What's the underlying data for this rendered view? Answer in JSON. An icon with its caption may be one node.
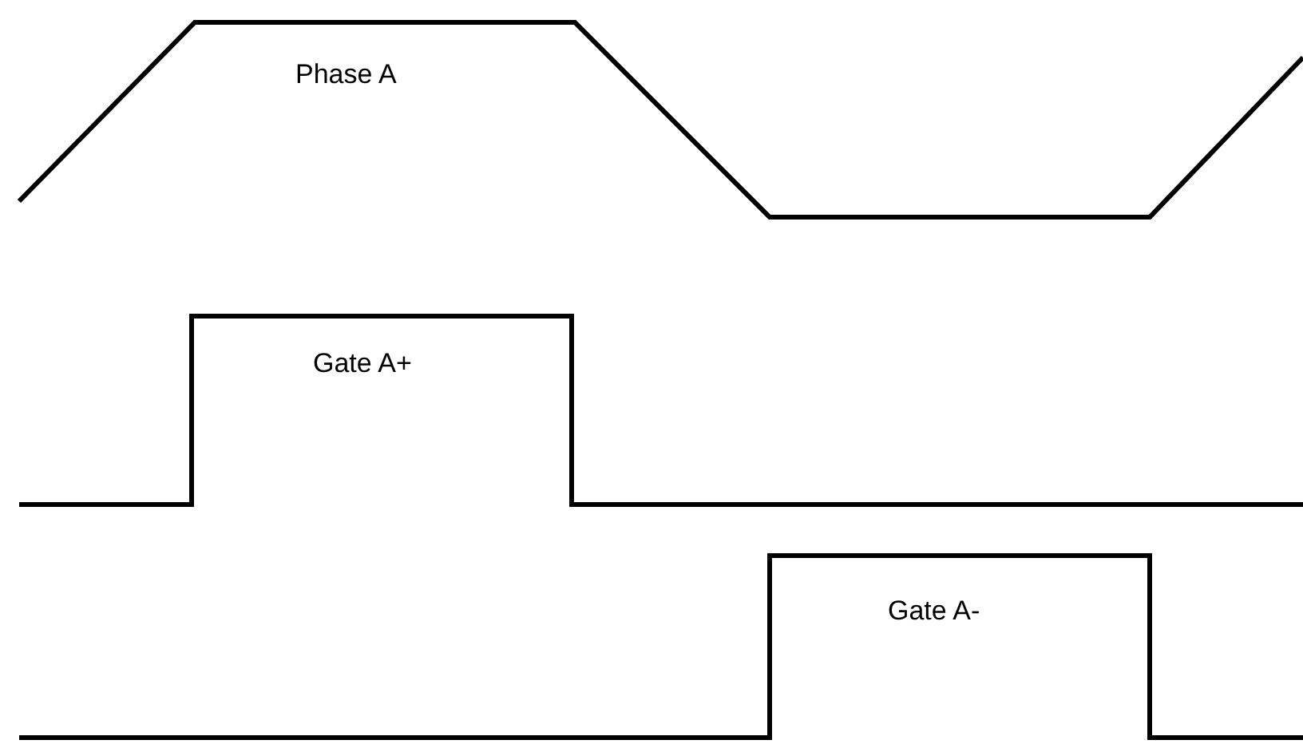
{
  "diagram": {
    "labels": [
      "Phase A",
      "Gate A+",
      "Gate A-"
    ]
  }
}
